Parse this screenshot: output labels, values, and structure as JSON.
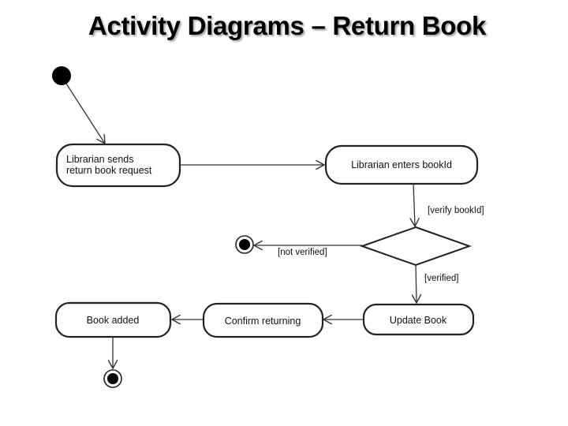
{
  "title": "Activity Diagrams – Return Book",
  "nodes": {
    "librarian_sends": [
      "Librarian sends",
      "return book request"
    ],
    "enters_bookid": "Librarian enters bookId",
    "update_book": "Update Book",
    "confirm_returning": "Confirm returning",
    "book_added": "Book added"
  },
  "guards": {
    "verify": "[verify bookId]",
    "not_verified": "[not verified]",
    "verified": "[verified]"
  },
  "colors": {
    "line": "#333333",
    "fill": "#ffffff",
    "node_fill": "#000000"
  }
}
